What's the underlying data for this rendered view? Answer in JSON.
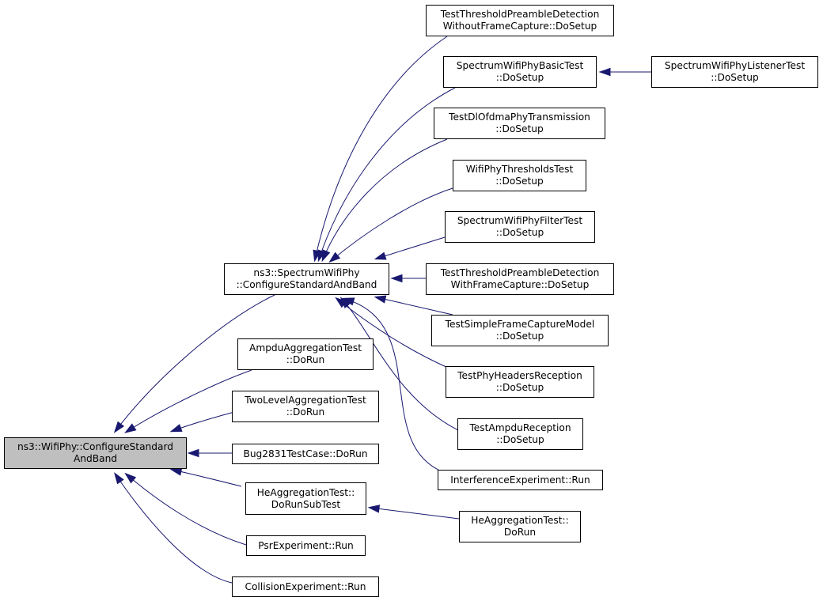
{
  "colors": {
    "edge": "#191970",
    "root_fill": "#bfbfbf",
    "node_fill": "#ffffff",
    "border": "#000000"
  },
  "nodes": {
    "wifiphy_configure": {
      "lines": [
        "ns3::WifiPhy::ConfigureStandard",
        "AndBand"
      ]
    },
    "spectrum_configure": {
      "lines": [
        "ns3::SpectrumWifiPhy",
        "::ConfigureStandardAndBand"
      ]
    },
    "ampdu_aggregation": {
      "lines": [
        "AmpduAggregationTest",
        "::DoRun"
      ]
    },
    "twolevel_aggregation": {
      "lines": [
        "TwoLevelAggregationTest",
        "::DoRun"
      ]
    },
    "bug2831": {
      "lines": [
        "Bug2831TestCase::DoRun"
      ]
    },
    "he_aggregation_subtest": {
      "lines": [
        "HeAggregationTest::",
        "DoRunSubTest"
      ]
    },
    "psr_experiment": {
      "lines": [
        "PsrExperiment::Run"
      ]
    },
    "collision_experiment": {
      "lines": [
        "CollisionExperiment::Run"
      ]
    },
    "threshold_without_capture": {
      "lines": [
        "TestThresholdPreambleDetection",
        "WithoutFrameCapture::DoSetup"
      ]
    },
    "spectrum_basic_test": {
      "lines": [
        "SpectrumWifiPhyBasicTest",
        "::DoSetup"
      ]
    },
    "dl_ofdma": {
      "lines": [
        "TestDlOfdmaPhyTransmission",
        "::DoSetup"
      ]
    },
    "thresholds_test": {
      "lines": [
        "WifiPhyThresholdsTest",
        "::DoSetup"
      ]
    },
    "filter_test": {
      "lines": [
        "SpectrumWifiPhyFilterTest",
        "::DoSetup"
      ]
    },
    "threshold_with_capture": {
      "lines": [
        "TestThresholdPreambleDetection",
        "WithFrameCapture::DoSetup"
      ]
    },
    "simple_frame_capture": {
      "lines": [
        "TestSimpleFrameCaptureModel",
        "::DoSetup"
      ]
    },
    "phy_headers_reception": {
      "lines": [
        "TestPhyHeadersReception",
        "::DoSetup"
      ]
    },
    "ampdu_reception": {
      "lines": [
        "TestAmpduReception",
        "::DoSetup"
      ]
    },
    "interference_experiment": {
      "lines": [
        "InterferenceExperiment::Run"
      ]
    },
    "he_aggregation_dorun": {
      "lines": [
        "HeAggregationTest::",
        "DoRun"
      ]
    },
    "listener_test": {
      "lines": [
        "SpectrumWifiPhyListenerTest",
        "::DoSetup"
      ]
    }
  },
  "edges": [
    {
      "from": "spectrum_configure",
      "to": "wifiphy_configure"
    },
    {
      "from": "ampdu_aggregation",
      "to": "wifiphy_configure"
    },
    {
      "from": "twolevel_aggregation",
      "to": "wifiphy_configure"
    },
    {
      "from": "bug2831",
      "to": "wifiphy_configure"
    },
    {
      "from": "he_aggregation_subtest",
      "to": "wifiphy_configure"
    },
    {
      "from": "psr_experiment",
      "to": "wifiphy_configure"
    },
    {
      "from": "collision_experiment",
      "to": "wifiphy_configure"
    },
    {
      "from": "threshold_without_capture",
      "to": "spectrum_configure"
    },
    {
      "from": "spectrum_basic_test",
      "to": "spectrum_configure"
    },
    {
      "from": "dl_ofdma",
      "to": "spectrum_configure"
    },
    {
      "from": "thresholds_test",
      "to": "spectrum_configure"
    },
    {
      "from": "filter_test",
      "to": "spectrum_configure"
    },
    {
      "from": "threshold_with_capture",
      "to": "spectrum_configure"
    },
    {
      "from": "simple_frame_capture",
      "to": "spectrum_configure"
    },
    {
      "from": "phy_headers_reception",
      "to": "spectrum_configure"
    },
    {
      "from": "ampdu_reception",
      "to": "spectrum_configure"
    },
    {
      "from": "interference_experiment",
      "to": "spectrum_configure"
    },
    {
      "from": "listener_test",
      "to": "spectrum_basic_test"
    },
    {
      "from": "he_aggregation_dorun",
      "to": "he_aggregation_subtest"
    }
  ]
}
